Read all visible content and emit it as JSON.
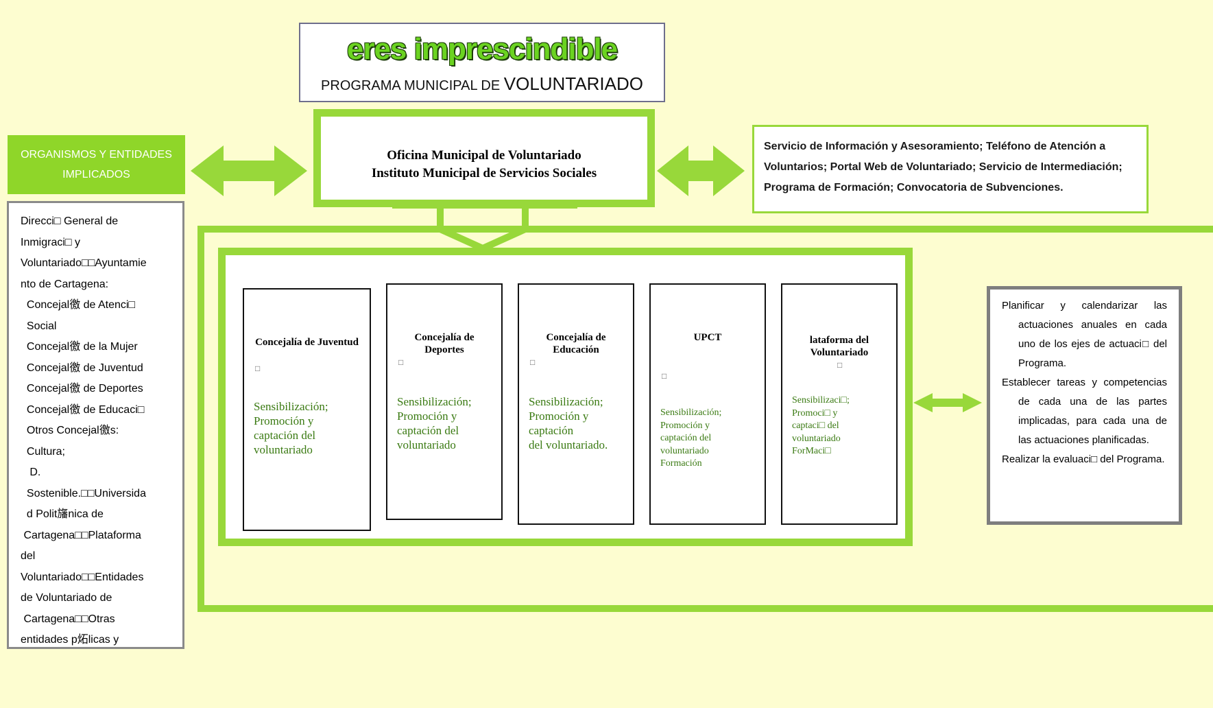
{
  "title": {
    "main": "eres imprescindible",
    "sub_prefix": "PROGRAMA MUNICIPAL DE ",
    "sub_big": "VOLUNTARIADO"
  },
  "left_header": {
    "line1": "ORGANISMOS Y ENTIDADES",
    "line2": "IMPLICADOS"
  },
  "entities_lines": [
    "Direcci□ General de",
    "Inmigraci□ y",
    "Voluntariado□□Ayuntamie",
    "nto de Cartagena:",
    "  Concejal徼 de Atenci□",
    "  Social",
    "  Concejal徼 de la Mujer",
    "  Concejal徼 de Juventud",
    "  Concejal徼 de Deportes",
    "  Concejal徼 de Educaci□",
    "  Otros Concejal徼s:",
    "  Cultura;",
    "   D.",
    "  Sostenible.□□Universida",
    "  d Polit旛nica de",
    " Cartagena□□Plataforma",
    "del",
    "Voluntariado□□Entidades",
    "de Voluntariado de",
    " Cartagena□□Otras",
    "entidades p炻licas y"
  ],
  "office": {
    "line1": "Oficina Municipal de Voluntariado",
    "line2": "Instituto Municipal de Servicios Sociales"
  },
  "services": {
    "line1": "Servicio de Información y Asesoramiento; Teléfono de Atención a",
    "line2": "Voluntarios; Portal Web de Voluntariado; Servicio de Intermediación;",
    "line3": "Programa de Formación; Convocatoria de Subvenciones."
  },
  "cards": [
    {
      "title": "Concejalía de Juventud",
      "mark": "□",
      "body": [
        "Sensibilización;",
        "Promoción y",
        "captación del",
        "voluntariado"
      ]
    },
    {
      "title": "Concejalía de Deportes",
      "mark": "□",
      "body": [
        "Sensibilización;",
        "Promoción y",
        "captación del",
        "voluntariado"
      ]
    },
    {
      "title": "Concejalía de Educación",
      "mark": "□",
      "body": [
        "Sensibilización;",
        "Promoción y",
        "captación",
        "del  voluntariado."
      ]
    },
    {
      "title": "UPCT",
      "mark": "□",
      "body": [
        "Sensibilización;",
        "Promoción y",
        "captación del",
        "voluntariado",
        "Formación"
      ]
    },
    {
      "title": "lataforma del Voluntariado",
      "mark": "□",
      "body": [
        "Sensibilizaci□;",
        "Promoci□ y",
        "captaci□ del",
        "voluntariado",
        "",
        "ForMaci□"
      ]
    }
  ],
  "plan_items": [
    "Planificar y calendarizar las actuaciones anuales en cada uno de los ejes de actuaci□ del Programa.",
    "Establecer tareas y competencias de cada una de las partes implicadas, para cada una de las actuaciones planificadas.",
    "Realizar la evaluaci□ del Programa."
  ],
  "colors": {
    "accent": "#98d83a",
    "background": "#fdfdd0",
    "body_green": "#3a7a12"
  }
}
